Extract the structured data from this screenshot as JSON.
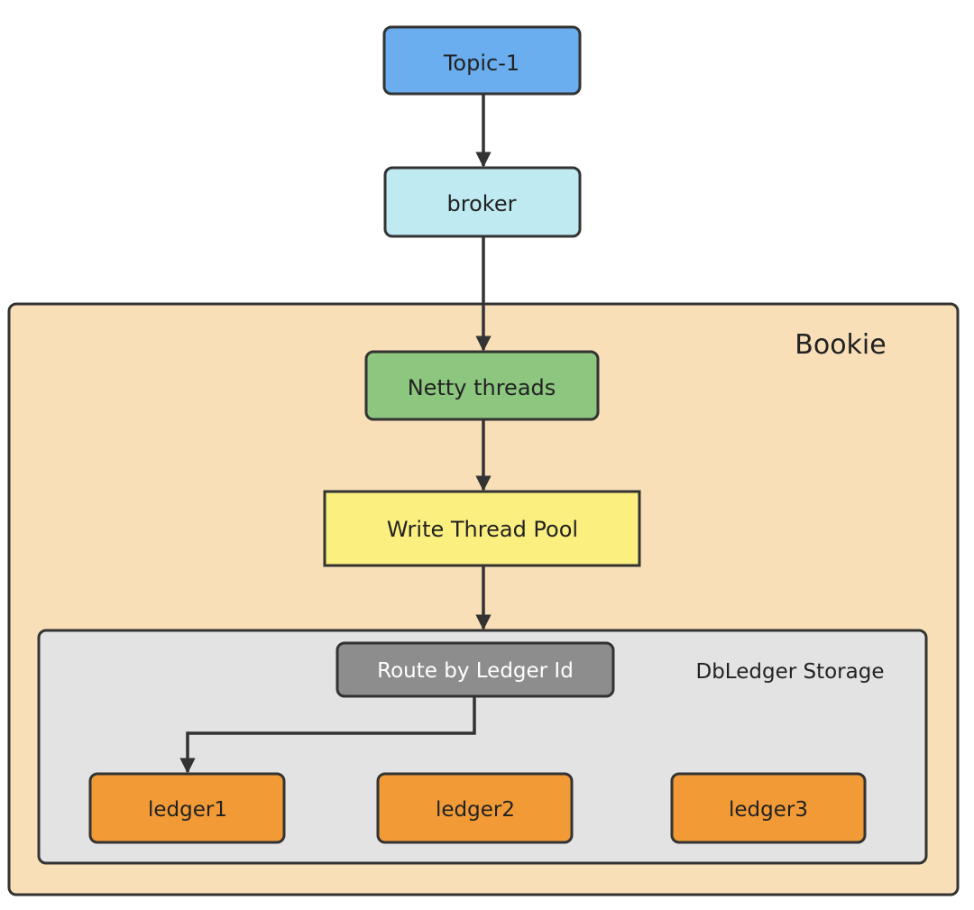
{
  "diagram": {
    "topic": {
      "label": "Topic-1",
      "fill": "#6aaef0"
    },
    "broker": {
      "label": "broker",
      "fill": "#bfeaf1"
    },
    "bookie": {
      "label": "Bookie",
      "fill": "#f8dfb7"
    },
    "netty": {
      "label": "Netty threads",
      "fill": "#8cc67f"
    },
    "write_pool": {
      "label": "Write Thread Pool",
      "fill": "#fbf07f"
    },
    "storage": {
      "label": "DbLedger Storage",
      "fill": "#e3e3e3"
    },
    "route": {
      "label": "Route by Ledger Id",
      "fill": "#8d8d8d",
      "text_color": "#ffffff"
    },
    "ledgers": [
      {
        "label": "ledger1"
      },
      {
        "label": "ledger2"
      },
      {
        "label": "ledger3"
      }
    ],
    "ledger_fill": "#f29b36",
    "stroke": "#333333"
  }
}
